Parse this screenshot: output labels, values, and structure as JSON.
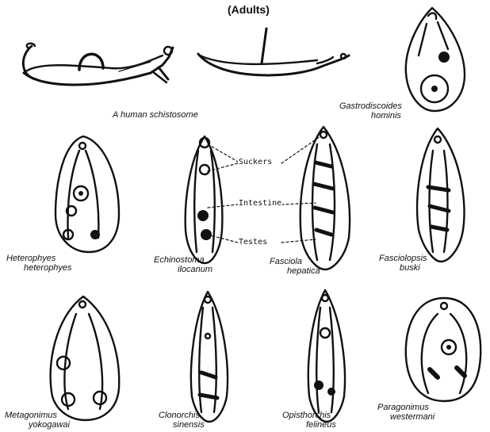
{
  "header": "(Adults)",
  "annotations": {
    "suckers": "Suckers",
    "intestine": "Intestine",
    "testes": "Testes"
  },
  "species": {
    "schistosome": [
      "A human schistosome"
    ],
    "gastrodiscoides": [
      "Gastrodiscoides",
      "hominis"
    ],
    "heterophyes": [
      "Heterophyes",
      "heterophyes"
    ],
    "echinostoma": [
      "Echinostoma",
      "ilocanum"
    ],
    "fasciola": [
      "Fasciola",
      "hepatica"
    ],
    "fasciolopsis": [
      "Fasciolopsis",
      "buski"
    ],
    "metagonimus": [
      "Metagonimus",
      "yokogawai"
    ],
    "clonorchis": [
      "Clonorchis",
      "sinensis"
    ],
    "opisthorchis": [
      "Opisthorchis",
      "felineus"
    ],
    "paragonimus": [
      "Paragonimus",
      "westermani"
    ]
  },
  "theme": {
    "ink": "#111111",
    "paper": "#ffffff"
  }
}
